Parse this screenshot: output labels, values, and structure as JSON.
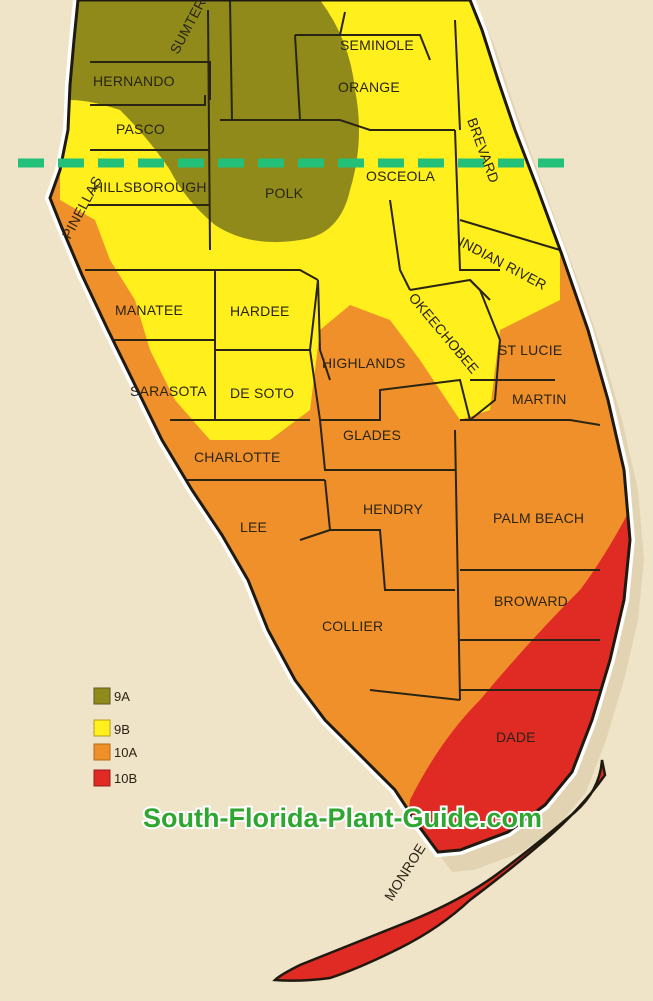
{
  "colors": {
    "zone_9a": "#8f8a1a",
    "zone_9b": "#ffef1c",
    "zone_10a": "#f0902a",
    "zone_10b": "#e02a24",
    "background": "#efe3c8",
    "dashed_line": "#22c078",
    "brand": "#2fa62f"
  },
  "legend": [
    {
      "key": "9A",
      "label": "9A",
      "color": "#8f8a1a"
    },
    {
      "key": "9B",
      "label": "9B",
      "color": "#ffef1c"
    },
    {
      "key": "10A",
      "label": "10A",
      "color": "#f0902a"
    },
    {
      "key": "10B",
      "label": "10B",
      "color": "#e02a24"
    }
  ],
  "counties": {
    "sumter": "SUMTER",
    "hernando": "HERNANDO",
    "pasco": "PASCO",
    "hillsborough": "HILLSBOROUGH",
    "pinellas": "PINELLAS",
    "seminole": "SEMINOLE",
    "orange": "ORANGE",
    "brevard": "BREVARD",
    "polk": "POLK",
    "osceola": "OSCEOLA",
    "indian_river": "INDIAN RIVER",
    "manatee": "MANATEE",
    "hardee": "HARDEE",
    "okeechobee": "OKEECHOBEE",
    "highlands": "HIGHLANDS",
    "st_lucie": "ST LUCIE",
    "sarasota": "SARASOTA",
    "de_soto": "DE SOTO",
    "martin": "MARTIN",
    "charlotte": "CHARLOTTE",
    "glades": "GLADES",
    "hendry": "HENDRY",
    "lee": "LEE",
    "palm_beach": "PALM BEACH",
    "broward": "BROWARD",
    "collier": "COLLIER",
    "dade": "DADE",
    "monroe": "MONROE"
  },
  "brand": "South-Florida-Plant-Guide.com"
}
